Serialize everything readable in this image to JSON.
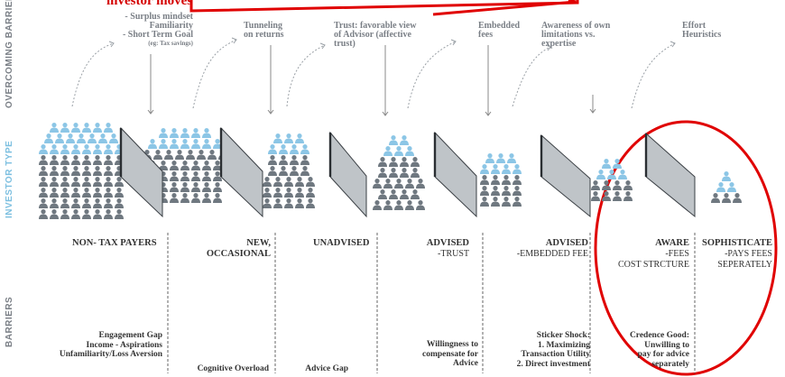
{
  "header": {
    "title_fragment": "investor moves",
    "accent_color": "#e00000"
  },
  "side_labels": {
    "overcoming": "OVERCOMING BARRIERS",
    "investor_type": "INVESTOR TYPE",
    "barriers": "BARRIERS"
  },
  "overcoming": [
    {
      "lines": [
        "- Surplus mindset",
        "Familiarity",
        "- Short Term Goal"
      ],
      "small": "(eg: Tax savings)"
    },
    {
      "lines": [
        "Tunneling",
        "on returns"
      ]
    },
    {
      "lines": [
        "Trust: favorable view",
        "of Advisor (affective",
        "trust)"
      ]
    },
    {
      "lines": [
        "Embedded",
        "fees"
      ]
    },
    {
      "lines": [
        "Awareness of own",
        "limitations vs.",
        "expertise"
      ]
    },
    {
      "lines": [
        "Effort",
        "Heuristics"
      ]
    }
  ],
  "investor_types": [
    {
      "name": "NON- TAX PAYERS"
    },
    {
      "name": "NEW,",
      "sub": "OCCASIONAL"
    },
    {
      "name": "UNADVISED"
    },
    {
      "name": "ADVISED",
      "sub": "-TRUST"
    },
    {
      "name": "ADVISED",
      "sub": "-EMBEDDED FEE"
    },
    {
      "name": "AWARE",
      "sub": "-FEES",
      "sub2": "COST STRCTURE"
    },
    {
      "name": "SOPHISTICATE",
      "sub": "-PAYS FEES",
      "sub2": "SEPERATELY"
    }
  ],
  "barriers": [
    {
      "lines": [
        "Engagement Gap",
        "Income - Aspirations",
        "Unfamiliarity/Loss Aversion"
      ]
    },
    {
      "lines": [
        "Cognitive Overload"
      ]
    },
    {
      "lines": [
        "Advice Gap"
      ]
    },
    {
      "lines": [
        "Willingness to",
        "compensate for",
        "Advice"
      ]
    },
    {
      "lines": [
        "Sticker Shock:",
        "1. Maximizing",
        "Transaction Utility",
        "2. Direct investment"
      ]
    },
    {
      "lines": [
        "Credence Good:",
        "Unwilling to",
        "pay for advice",
        "separately"
      ]
    }
  ],
  "colors": {
    "gray_person": "#6f7880",
    "blue_person": "#8cc6e6",
    "label_blue": "#7cbfe0",
    "text_gray": "#7a7f86",
    "highlight_red": "#e00000"
  }
}
